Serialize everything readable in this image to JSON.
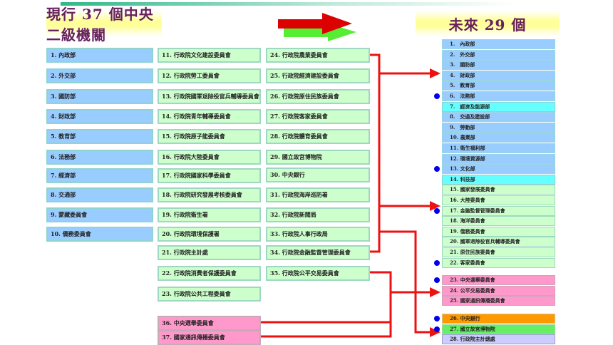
{
  "header": {
    "current_title": "現行 37 個中央二級機關",
    "future_title": "未來 29 個"
  },
  "current_agencies": {
    "col1": [
      "1. 內政部",
      "2. 外交部",
      "3. 國防部",
      "4. 財政部",
      "5. 教育部",
      "6. 法務部",
      "7. 經濟部",
      "8. 交通部",
      "9. 蒙藏委員會",
      "10. 僑務委員會"
    ],
    "col2": [
      "11. 行政院文化建設委員會",
      "12. 行政院勞工委員會",
      "13. 行政院國軍退除役官兵輔導委員會",
      "14. 行政院青年輔導委員會",
      "15. 行政院原子能委員會",
      "16. 行政院大陸委員會",
      "17. 行政院國家科學委員會",
      "18. 行政院研究發展考核委員會",
      "19. 行政院衛生署",
      "20. 行政院環境保護署",
      "21. 行政院主計處",
      "22. 行政院消費者保護委員會",
      "23. 行政院公共工程委員會"
    ],
    "col2_extra": [
      "36. 中央選舉委員會",
      "37. 國家通訊傳播委員會"
    ],
    "col3": [
      "24. 行政院農業委員會",
      "25. 行政院經濟建設委員會",
      "26. 行政院原住民族委員會",
      "27. 行政院客家委員會",
      "28. 行政院體育委員會",
      "29. 國立故宮博物院",
      "30. 中央銀行",
      "31. 行政院海岸巡防署",
      "32. 行政院新聞局",
      "33. 行政院人事行政局",
      "34. 行政院金融監督管理委員會",
      "35. 行政院公平交易委員會"
    ]
  },
  "future_agencies": [
    {
      "label": "1.　內政部",
      "color": "blue",
      "dot": false
    },
    {
      "label": "2.　外交部",
      "color": "blue",
      "dot": false
    },
    {
      "label": "3.　國防部",
      "color": "blue",
      "dot": false
    },
    {
      "label": "4.　財政部",
      "color": "blue",
      "dot": false
    },
    {
      "label": "5.　教育部",
      "color": "blue",
      "dot": false
    },
    {
      "label": "6.　法務部",
      "color": "blue",
      "dot": true
    },
    {
      "label": "7.　經濟及能源部",
      "color": "cyan",
      "dot": false
    },
    {
      "label": "8.　交通及建設部",
      "color": "blue",
      "dot": false
    },
    {
      "label": "9.　勞動部",
      "color": "blue",
      "dot": false
    },
    {
      "label": "10. 農業部",
      "color": "blue",
      "dot": false
    },
    {
      "label": "11. 衛生福利部",
      "color": "blue",
      "dot": false
    },
    {
      "label": "12. 環境資源部",
      "color": "blue",
      "dot": false
    },
    {
      "label": "13. 文化部",
      "color": "blue",
      "dot": true
    },
    {
      "label": "14. 科技部",
      "color": "cyan",
      "dot": false
    },
    {
      "label": "15. 國家發展委員會",
      "color": "green",
      "dot": false
    },
    {
      "label": "16. 大陸委員會",
      "color": "green",
      "dot": false
    },
    {
      "label": "17. 金融監督管理委員會",
      "color": "green",
      "dot": true
    },
    {
      "label": "18. 海洋委員會",
      "color": "green",
      "dot": false
    },
    {
      "label": "19. 僑務委員會",
      "color": "green",
      "dot": false
    },
    {
      "label": "20. 國軍退除役官兵輔導委員會",
      "color": "green",
      "dot": false
    },
    {
      "label": "21. 原住民族委員會",
      "color": "green",
      "dot": false
    },
    {
      "label": "22. 客家委員會",
      "color": "green",
      "dot": true
    },
    {
      "label": "23. 中央選舉委員會",
      "color": "pink",
      "dot": true
    },
    {
      "label": "24. 公平交易委員會",
      "color": "pink",
      "dot": false
    },
    {
      "label": "25. 國家通訊傳播委員會",
      "color": "pink",
      "dot": false
    },
    {
      "label": "26. 中央銀行",
      "color": "orange",
      "dot": true
    },
    {
      "label": "27. 國立故宮博物院",
      "color": "lime",
      "dot": true
    },
    {
      "label": "28. 行政院主計總處",
      "color": "lav",
      "dot": false
    }
  ],
  "colors": {
    "arrow": "#ee1111",
    "dot": "#0000ee"
  }
}
